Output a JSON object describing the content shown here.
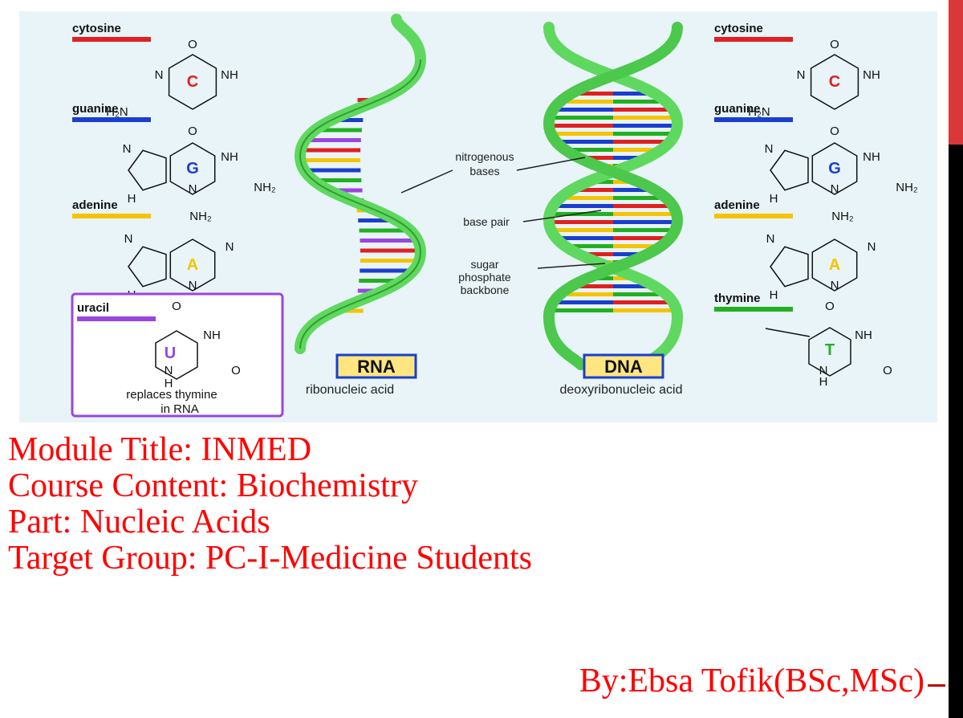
{
  "diagram": {
    "bases": {
      "cytosine": {
        "name": "cytosine",
        "letter": "C",
        "color": "#e02020",
        "atoms": [
          "O",
          "N",
          "NH",
          "H₂N"
        ]
      },
      "guanine": {
        "name": "guanine",
        "letter": "G",
        "color": "#1a3ecf",
        "atoms": [
          "O",
          "N",
          "NH",
          "N",
          "H",
          "NH₂"
        ]
      },
      "adenine": {
        "name": "adenine",
        "letter": "A",
        "color": "#f5c400",
        "atoms": [
          "NH₂",
          "N",
          "N",
          "N",
          "H"
        ]
      },
      "uracil": {
        "name": "uracil",
        "letter": "U",
        "color": "#9b45e0",
        "atoms": [
          "O",
          "NH",
          "N",
          "H",
          "O"
        ],
        "note": [
          "replaces thymine",
          "in RNA"
        ]
      },
      "thymine": {
        "name": "thymine",
        "letter": "T",
        "color": "#22b022",
        "atoms": [
          "O",
          "NH",
          "N",
          "H",
          "O"
        ]
      }
    },
    "labels": {
      "nitrogenous_bases": [
        "nitrogenous",
        "bases"
      ],
      "base_pair": "base pair",
      "backbone": [
        "sugar",
        "phosphate",
        "backbone"
      ]
    },
    "rna": {
      "badge": "RNA",
      "full_name": "ribonucleic acid"
    },
    "dna": {
      "badge": "DNA",
      "full_name": "deoxyribonucleic acid"
    },
    "colors": {
      "background": "#e8f4f8",
      "helix": "#5fd85f",
      "helix_dark": "#2f9e2f",
      "badge": "#ffe680"
    }
  },
  "slide": {
    "title_lines": [
      "Module Title: INMED",
      "Course Content: Biochemistry",
      "Part: Nucleic Acids",
      "Target Group: PC-I-Medicine Students"
    ],
    "author": "By:Ebsa Tofik(BSc,MSc)"
  }
}
